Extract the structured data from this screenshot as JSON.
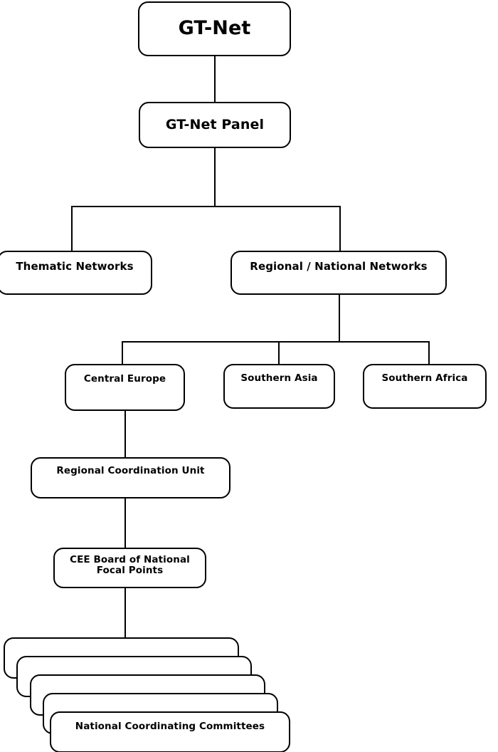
{
  "diagram": {
    "title": "GT-Net organisational structure chart",
    "type": "organisational-hierarchy",
    "background_color": "#ffffff",
    "line_color": "#000000",
    "text_color": "#000000",
    "nodes": {
      "root": {
        "label": "GT-Net"
      },
      "panel": {
        "label": "GT-Net Panel"
      },
      "thematic": {
        "label": "Thematic Networks"
      },
      "regional": {
        "label": "Regional / National Networks"
      },
      "central_europe": {
        "label": "Central Europe"
      },
      "southern_asia": {
        "label": "Southern Asia"
      },
      "southern_africa": {
        "label": "Southern Africa"
      },
      "rcu": {
        "label": "Regional Coordination Unit"
      },
      "cee_board": {
        "label": "CEE Board of National\nFocal Points"
      },
      "ncc": {
        "label": "National Coordinating Committees"
      }
    },
    "stack": {
      "count": 5,
      "front_label": "National Coordinating Committees"
    }
  }
}
